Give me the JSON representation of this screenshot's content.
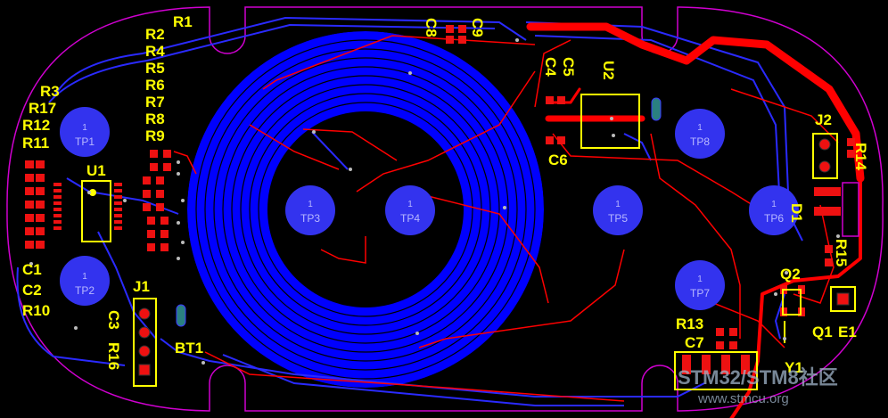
{
  "board": {
    "colors": {
      "background": "#000000",
      "outline": "#d000d0",
      "top_copper": "#ff0000",
      "bottom_copper": "#0000ff",
      "silkscreen": "#ffff00",
      "testpoint": "#3333ee"
    }
  },
  "testpoints": [
    {
      "num": "1",
      "label": "TP1"
    },
    {
      "num": "1",
      "label": "TP2"
    },
    {
      "num": "1",
      "label": "TP3"
    },
    {
      "num": "1",
      "label": "TP4"
    },
    {
      "num": "1",
      "label": "TP5"
    },
    {
      "num": "1",
      "label": "TP6"
    },
    {
      "num": "1",
      "label": "TP7"
    },
    {
      "num": "1",
      "label": "TP8"
    }
  ],
  "designators": {
    "r1": "R1",
    "r2": "R2",
    "r4": "R4",
    "r5": "R5",
    "r6": "R6",
    "r7": "R7",
    "r8": "R8",
    "r9": "R9",
    "r3": "R3",
    "r17": "R17",
    "r12": "R12",
    "r11": "R11",
    "u1": "U1",
    "c1": "C1",
    "c2": "C2",
    "r10": "R10",
    "c3": "C3",
    "r16": "R16",
    "j1": "J1",
    "bt1": "BT1",
    "c8": "C8",
    "c9": "C9",
    "c5": "C5",
    "c4": "C4",
    "u2": "U2",
    "c6": "C6",
    "j2": "J2",
    "r14": "R14",
    "d1": "D1",
    "r15": "R15",
    "q2": "Q2",
    "q1": "Q1",
    "e1": "E1",
    "r13": "R13",
    "c7": "C7",
    "y1": "Y1"
  },
  "watermark": {
    "brand": "STM32/STM8社区",
    "site": "www.stmcu.org"
  }
}
